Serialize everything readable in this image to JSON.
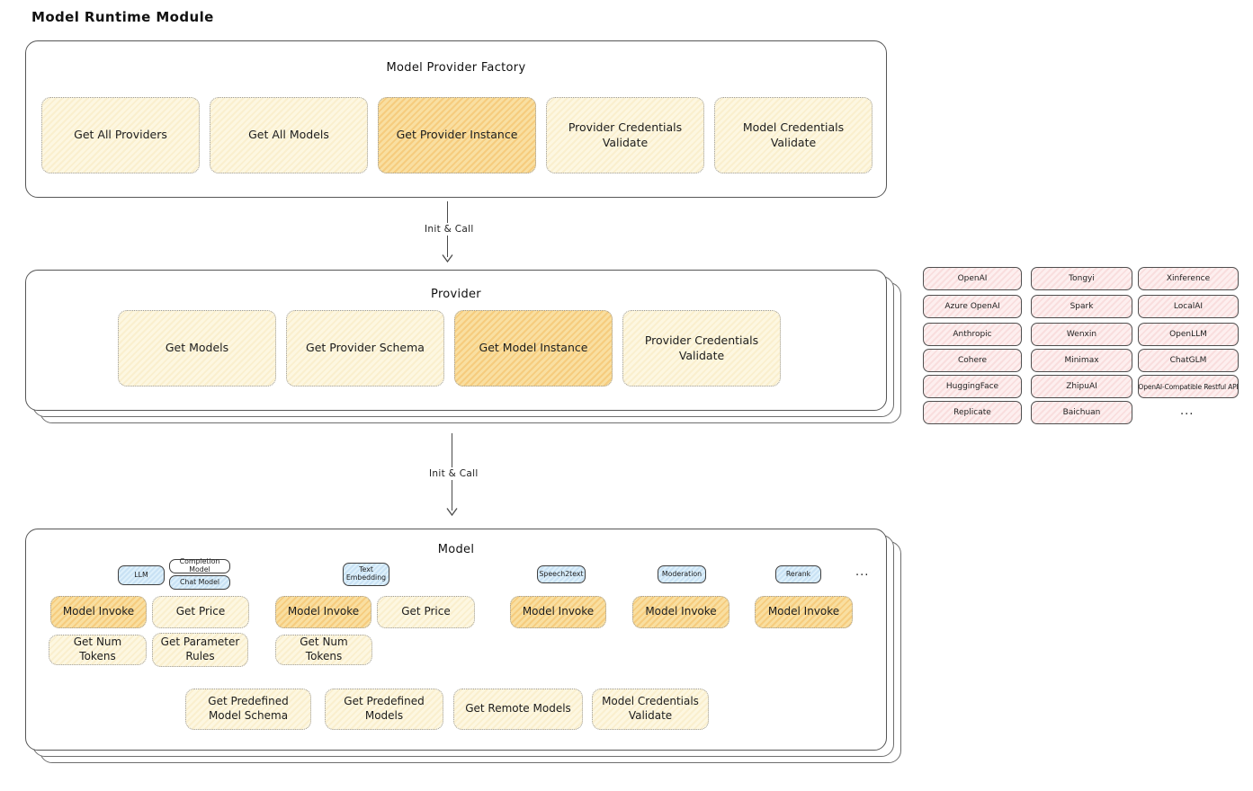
{
  "title": "Model Runtime Module",
  "colors": {
    "cream_fill": "#fdf7e1",
    "highlight_orange_fill": "#f9e1a6",
    "pink_fill": "#fdefef",
    "blue_tag_fill": "#def0fb",
    "box_border": "#565656",
    "dotted_border": "#9b9b9b"
  },
  "arrows": {
    "factory_to_provider_label": "Init & Call",
    "provider_to_model_label": "Init & Call"
  },
  "factory": {
    "title": "Model Provider Factory",
    "buttons": [
      {
        "label": "Get All Providers"
      },
      {
        "label": "Get All Models"
      },
      {
        "label": "Get Provider Instance"
      },
      {
        "label": "Provider Credentials Validate"
      },
      {
        "label": "Model Credentials Validate"
      }
    ]
  },
  "provider": {
    "title": "Provider",
    "buttons": [
      {
        "label": "Get Models"
      },
      {
        "label": "Get Provider Schema"
      },
      {
        "label": "Get Model Instance"
      },
      {
        "label": "Provider Credentials Validate"
      }
    ]
  },
  "providers_grid": {
    "rows": [
      [
        "OpenAI",
        "Tongyi",
        "Xinference"
      ],
      [
        "Azure OpenAI",
        "Spark",
        "LocalAI"
      ],
      [
        "Anthropic",
        "Wenxin",
        "OpenLLM"
      ],
      [
        "Cohere",
        "Minimax",
        "ChatGLM"
      ],
      [
        "HuggingFace",
        "ZhipuAI",
        "OpenAI-Compatible Restful API"
      ],
      [
        "Replicate",
        "Baichuan"
      ]
    ],
    "more": "..."
  },
  "model": {
    "title": "Model",
    "tags": [
      {
        "label": "LLM"
      },
      {
        "label": "Completion Model"
      },
      {
        "label": "Chat Model"
      },
      {
        "label": "Text Embedding"
      },
      {
        "label": "Speech2text"
      },
      {
        "label": "Moderation"
      },
      {
        "label": "Rerank"
      }
    ],
    "more": "...",
    "actions": [
      {
        "label": "Model Invoke"
      },
      {
        "label": "Get Price"
      },
      {
        "label": "Get Num Tokens"
      },
      {
        "label": "Get Parameter Rules"
      },
      {
        "label": "Model Invoke"
      },
      {
        "label": "Get Price"
      },
      {
        "label": "Get Num Tokens"
      },
      {
        "label": "Model Invoke"
      },
      {
        "label": "Model Invoke"
      },
      {
        "label": "Model Invoke"
      }
    ],
    "bottom_actions": [
      {
        "label": "Get Predefined Model Schema"
      },
      {
        "label": "Get Predefined Models"
      },
      {
        "label": "Get Remote Models"
      },
      {
        "label": "Model Credentials Validate"
      }
    ]
  }
}
